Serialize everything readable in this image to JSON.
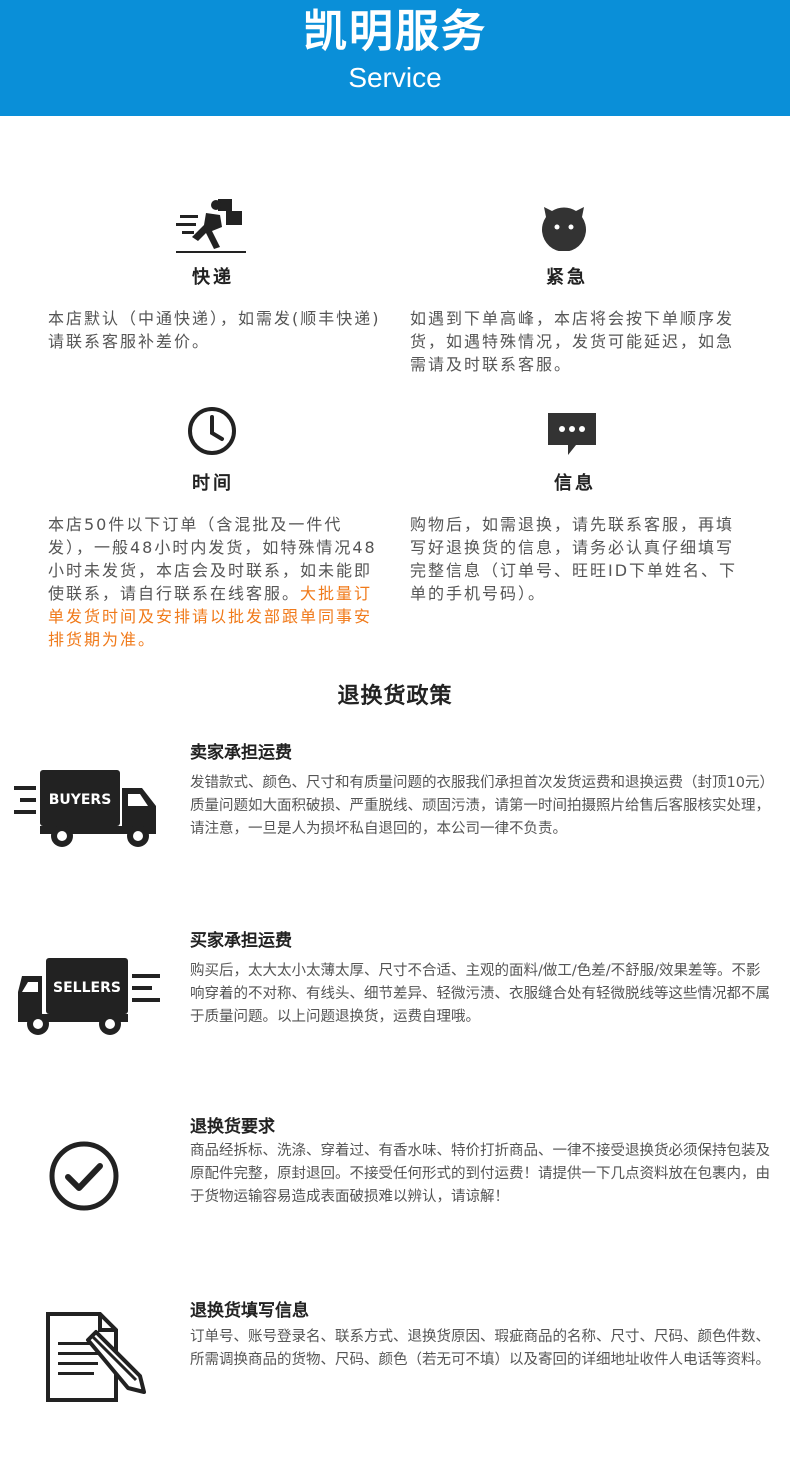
{
  "header": {
    "title": "凯明服务",
    "subtitle": "Service"
  },
  "services": {
    "express": {
      "label": "快递",
      "desc": "本店默认（中通快递），如需发(顺丰快递)请联系客服补差价。"
    },
    "urgent": {
      "label": "紧急",
      "desc": "如遇到下单高峰，本店将会按下单顺序发货，如遇特殊情况，发货可能延迟，如急需请及时联系客服。"
    },
    "time": {
      "label": "时间",
      "desc": "本店50件以下订单（含混批及一件代发），一般48小时内发货，如特殊情况48小时未发货，本店会及时联系，如未能即使联系，请自行联系在线客服。",
      "highlight": "大批量订单发货时间及安排请以批发部跟单同事安排货期为准。"
    },
    "info": {
      "label": "信息",
      "desc": "购物后，如需退换，请先联系客服，再填写好退换货的信息，请务必认真仔细填写完整信息（订单号、旺旺ID下单姓名、下单的手机号码）。"
    }
  },
  "policy": {
    "title": "退换货政策",
    "items": [
      {
        "title": "卖家承担运费",
        "icon_text": "BUYERS",
        "text": "发错款式、颜色、尺寸和有质量问题的衣服我们承担首次发货运费和退换运费（封顶10元）质量问题如大面积破损、严重脱线、顽固污渍，请第一时间拍摄照片给售后客服核实处理，请注意，一旦是人为损坏私自退回的，本公司一律不负责。"
      },
      {
        "title": "买家承担运费",
        "icon_text": "SELLERS",
        "text": "购买后，太大太小太薄太厚、尺寸不合适、主观的面料/做工/色差/不舒服/效果差等。不影响穿着的不对称、有线头、细节差异、轻微污渍、衣服缝合处有轻微脱线等这些情况都不属于质量问题。以上问题退换货，运费自理哦。"
      },
      {
        "title": "退换货要求",
        "text": "商品经拆标、洗涤、穿着过、有香水味、特价打折商品、一律不接受退换货必须保持包装及原配件完整，原封退回。不接受任何形式的到付运费！请提供一下几点资料放在包裹内，由于货物运输容易造成表面破损难以辨认，请谅解！"
      },
      {
        "title": "退换货填写信息",
        "text": "订单号、账号登录名、联系方式、退换货原因、瑕疵商品的名称、尺寸、尺码、颜色件数、所需调换商品的货物、尺码、颜色（若无可不填）以及寄回的详细地址收件人电话等资料。"
      }
    ]
  },
  "colors": {
    "header_bg": "#0a8fd8",
    "highlight": "#f07a1a",
    "icon": "#222222"
  }
}
